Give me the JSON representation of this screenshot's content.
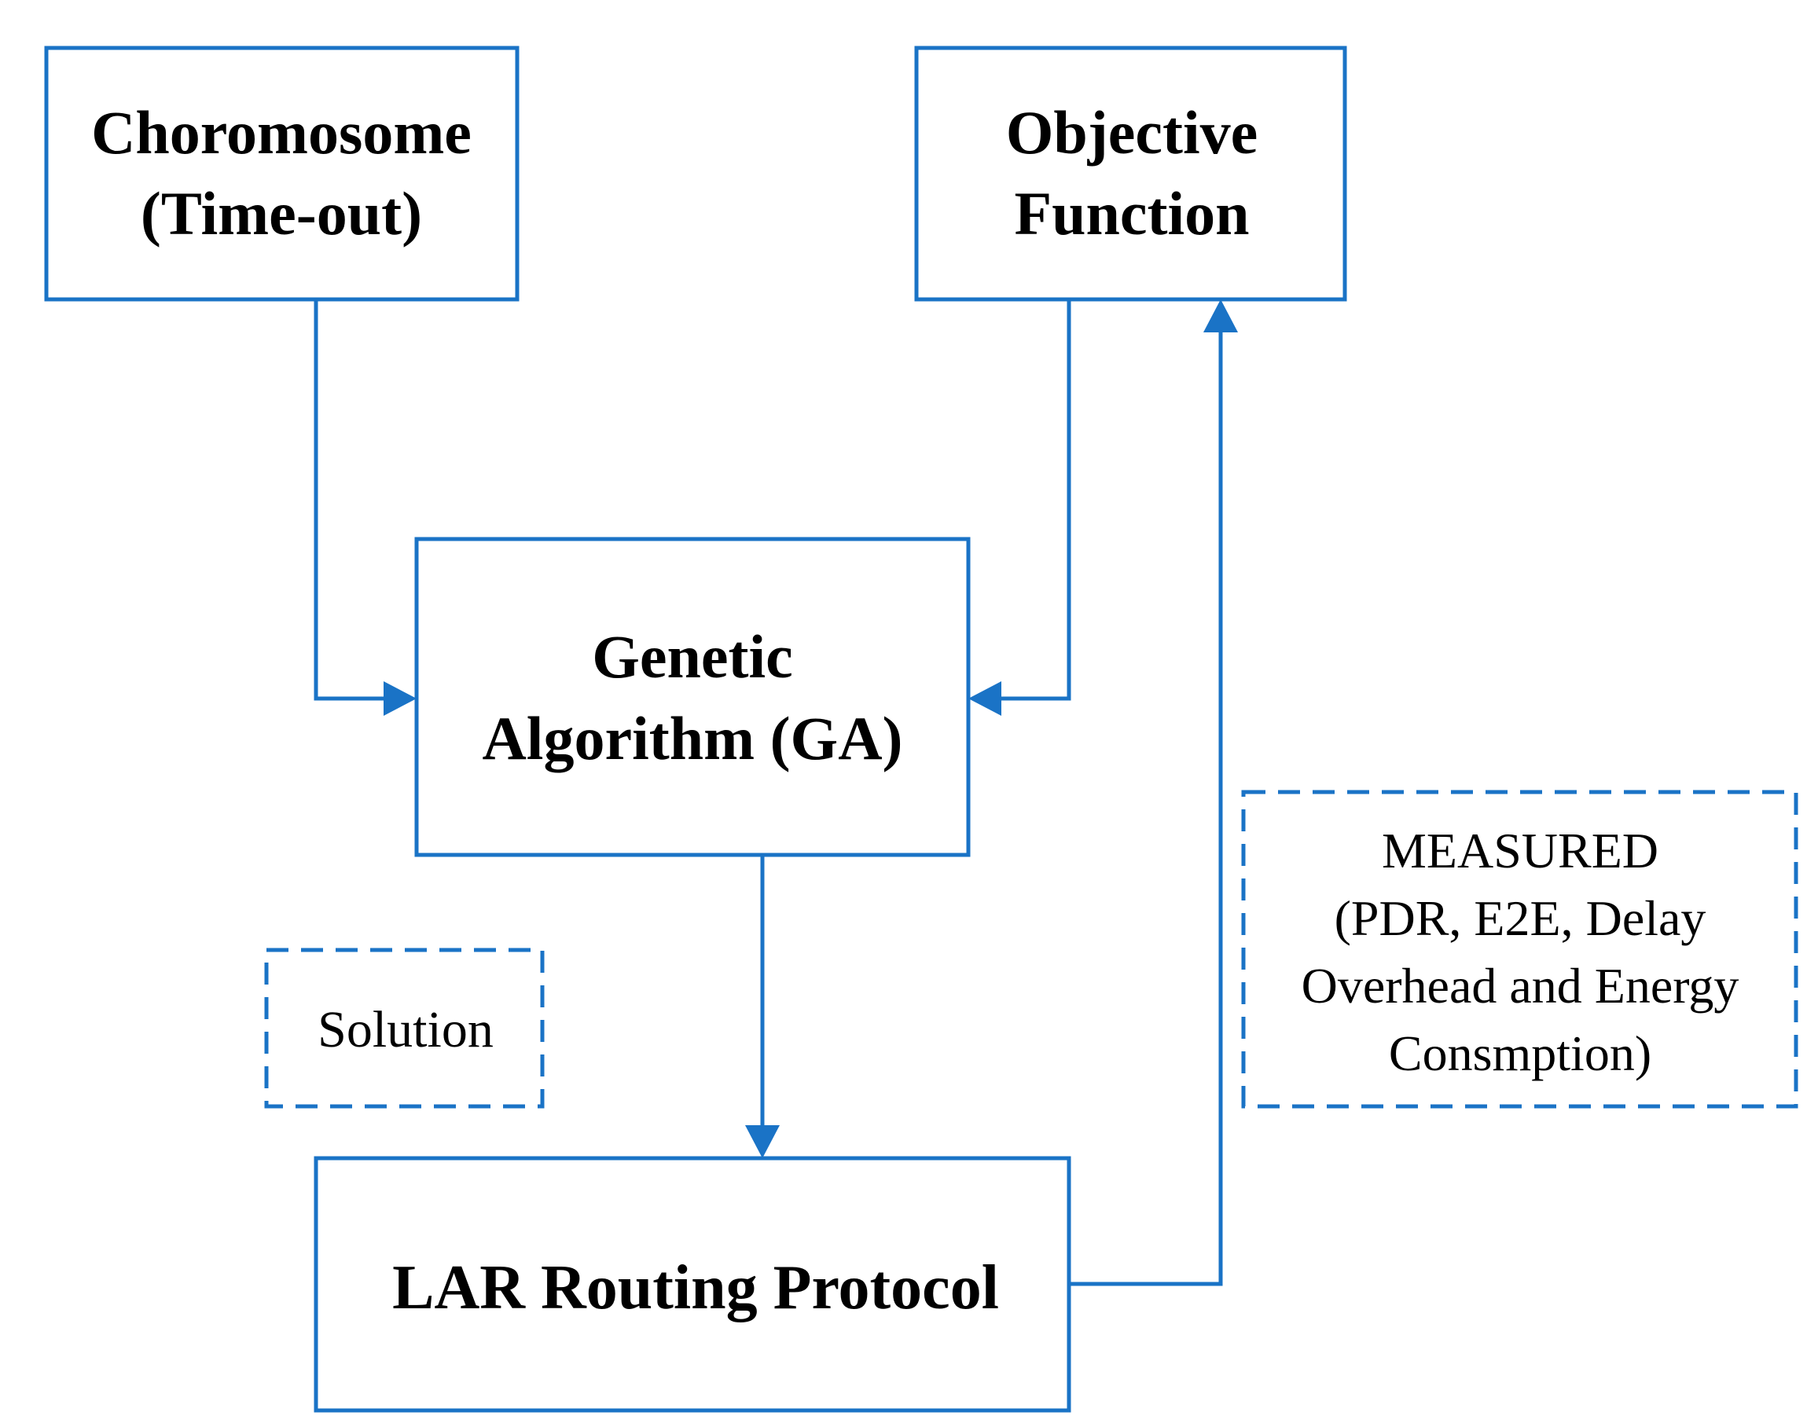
{
  "colors": {
    "stroke": "#1a73c6",
    "text": "#000000",
    "background": "#ffffff"
  },
  "nodes": {
    "chromosome": {
      "line1": "Choromosome",
      "line2": "(Time-out)"
    },
    "objective": {
      "line1": "Objective",
      "line2": "Function"
    },
    "ga": {
      "line1": "Genetic",
      "line2": "Algorithm (GA)"
    },
    "solution": {
      "label": "Solution"
    },
    "measured": {
      "line1": "MEASURED",
      "line2": "(PDR, E2E, Delay",
      "line3": "Overhead and Energy",
      "line4": "Consmption)"
    },
    "lar": {
      "label": "LAR Routing Protocol"
    }
  }
}
